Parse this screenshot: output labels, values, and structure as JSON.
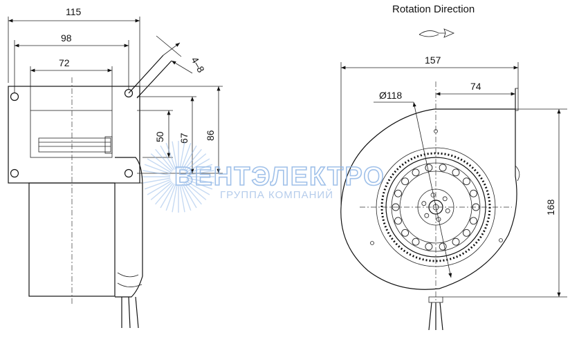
{
  "title": "Rotation  Direction",
  "side_view": {
    "dims": {
      "width_115": "115",
      "width_98": "98",
      "width_72": "72",
      "slot_4_8": "4–8",
      "height_50": "50",
      "height_67": "67",
      "height_86": "86"
    }
  },
  "front_view": {
    "dims": {
      "width_157": "157",
      "offset_74": "74",
      "diameter_118": "Ø118",
      "height_168": "168"
    }
  },
  "watermark": {
    "brand": "ВЕНТЭЛЕКТРО",
    "tagline": "ГРУППА КОМПАНИЙ",
    "color": "#8fb6e6"
  }
}
